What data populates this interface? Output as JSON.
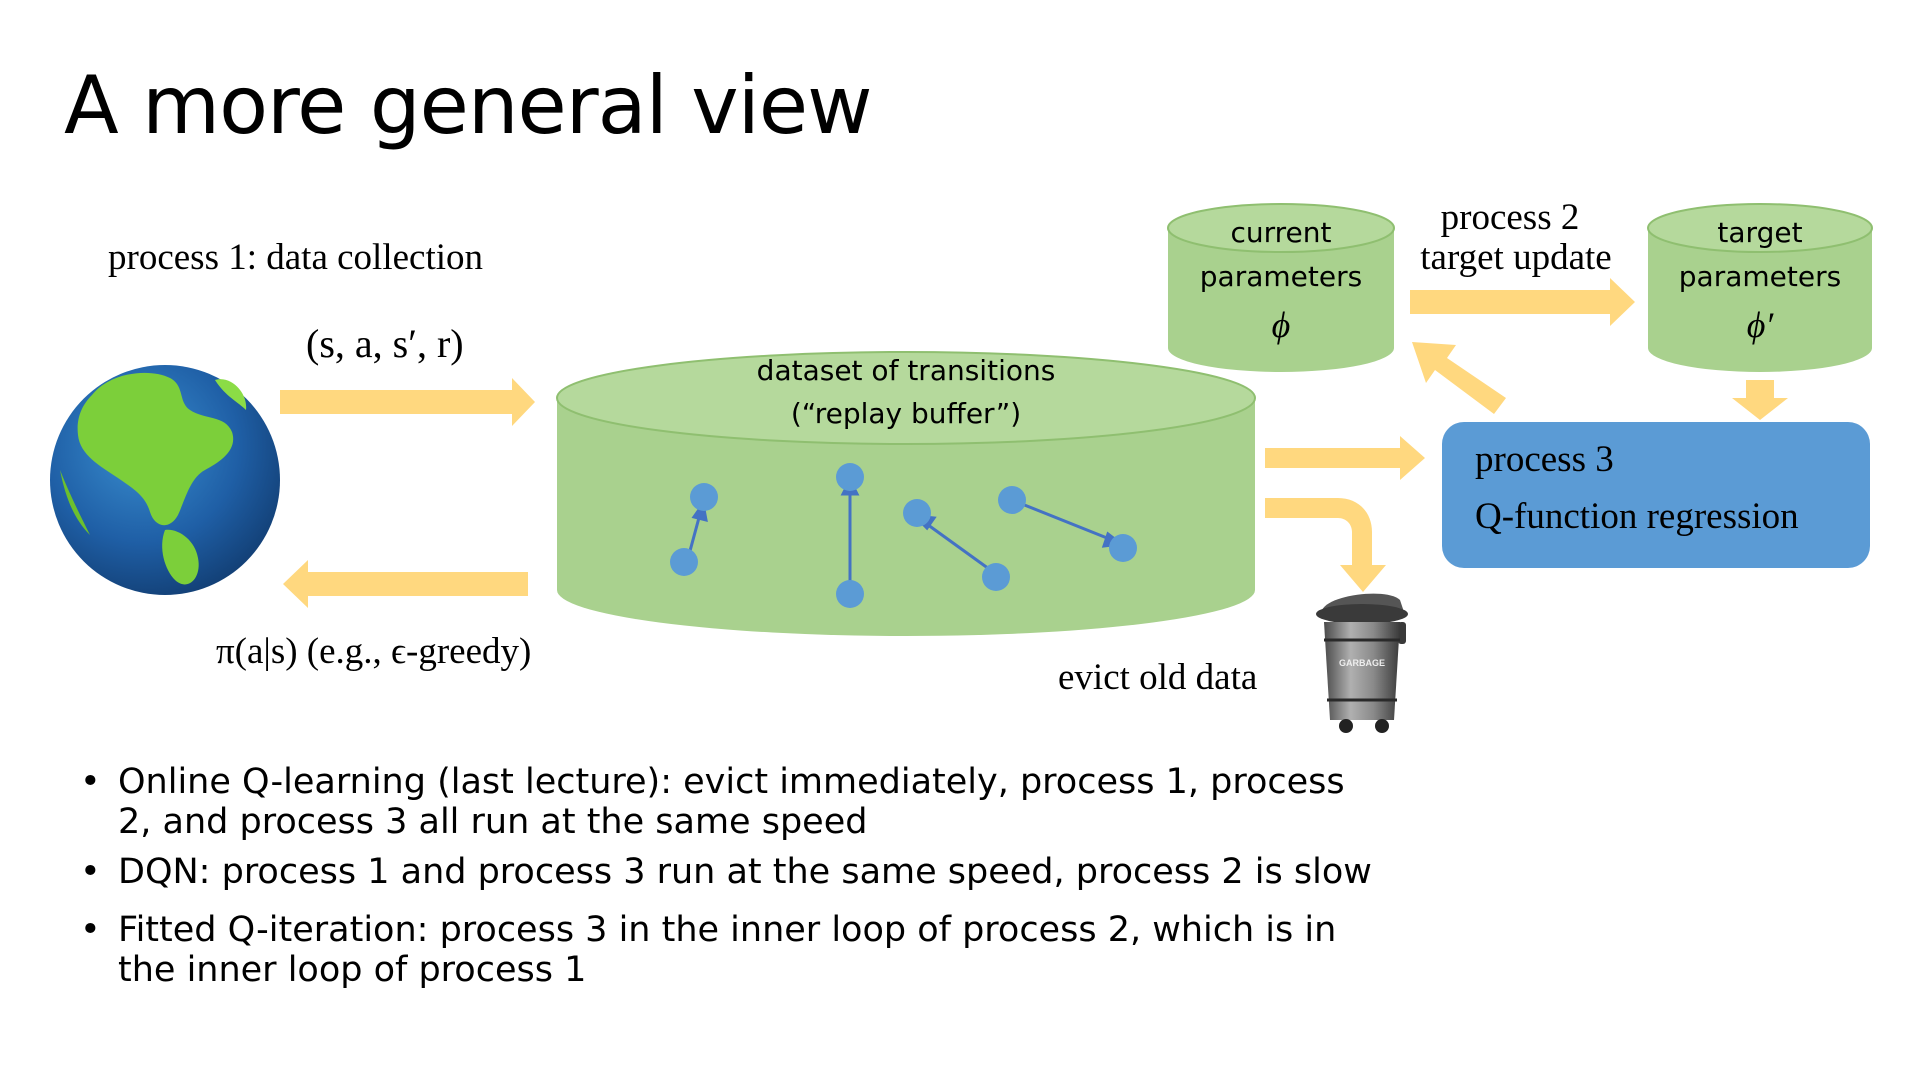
{
  "slide": {
    "title": "A more general view"
  },
  "diagram": {
    "process1_label": "process 1: data collection",
    "transition_tuple": "(s, a, s′, r)",
    "policy_label": "π(a|s) (e.g., ϵ-greedy)",
    "buffer_title_line1": "dataset of transitions",
    "buffer_title_line2": "(“replay buffer”)",
    "current_params_line1": "current",
    "current_params_line2": "parameters",
    "current_params_symbol": "ϕ",
    "target_params_line1": "target",
    "target_params_line2": "parameters",
    "target_params_symbol": "ϕ′",
    "process2_line1": "process 2",
    "process2_line2": "target update",
    "process3_line1": "process 3",
    "process3_line2": "Q-function regression",
    "evict_label": "evict old data",
    "garbage_text": "GARBAGE",
    "colors": {
      "arrow": "#ffd87f",
      "cylinder_fill": "#a9d18e",
      "cylinder_stroke": "#8fbf70",
      "process3_box": "#5b9bd5",
      "transition_dot": "#5b9bd5",
      "transition_line": "#4472c4"
    },
    "icons": [
      "earth-globe-icon",
      "garbage-can-icon"
    ]
  },
  "bullets": [
    "Online Q-learning (last lecture): evict immediately, process 1, process 2, and process 3 all run at the same speed",
    "DQN: process 1 and process 3 run at the same speed, process 2 is slow",
    "Fitted Q-iteration: process 3 in the inner loop of process 2, which is in the inner loop of process 1"
  ],
  "bullet_glyph": "•"
}
